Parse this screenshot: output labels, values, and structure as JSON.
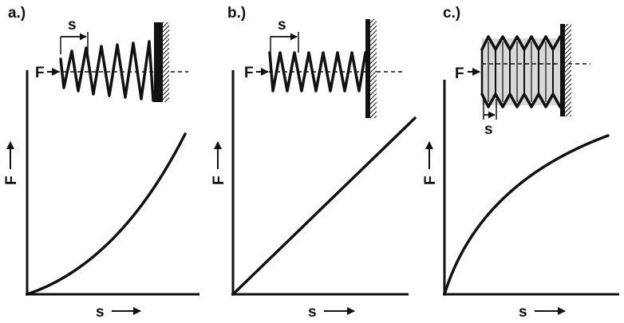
{
  "panels": [
    {
      "id": "a",
      "label": "a.)",
      "force_label": "F",
      "displacement_label": "s",
      "y_axis_label": "F",
      "x_axis_label": "s",
      "spring": "coil-progressive",
      "curve": "progressive"
    },
    {
      "id": "b",
      "label": "b.)",
      "force_label": "F",
      "displacement_label": "s",
      "y_axis_label": "F",
      "x_axis_label": "s",
      "spring": "coil-linear",
      "curve": "linear"
    },
    {
      "id": "c",
      "label": "c.)",
      "force_label": "F",
      "displacement_label": "s",
      "y_axis_label": "F",
      "x_axis_label": "s",
      "spring": "bellows",
      "curve": "degressive"
    }
  ],
  "colors": {
    "ink": "#111111",
    "background": "#ffffff"
  }
}
